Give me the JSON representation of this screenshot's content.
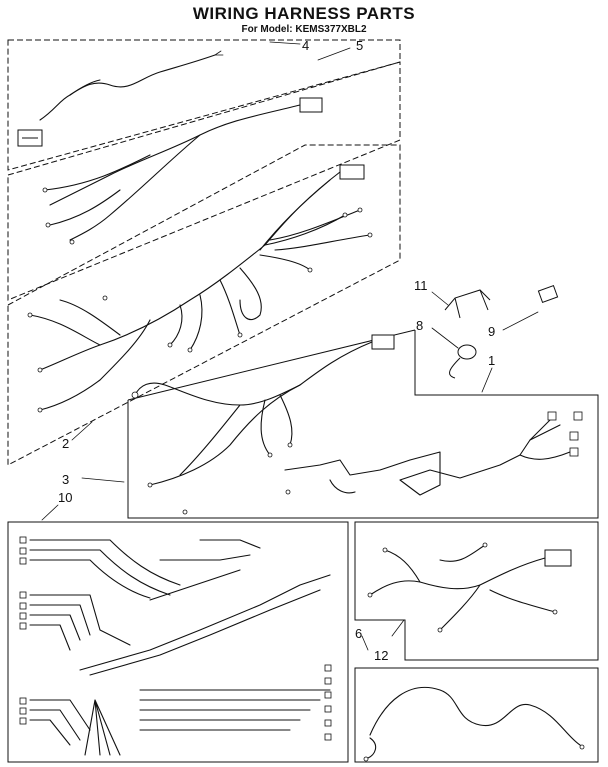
{
  "title": "WIRING HARNESS PARTS",
  "subtitle": "For Model: KEMS377XBL2",
  "callouts": {
    "c1": "1",
    "c2": "2",
    "c3": "3",
    "c4": "4",
    "c5": "5",
    "c6": "6",
    "c8": "8",
    "c9": "9",
    "c10": "10",
    "c11": "11",
    "c12": "12"
  }
}
